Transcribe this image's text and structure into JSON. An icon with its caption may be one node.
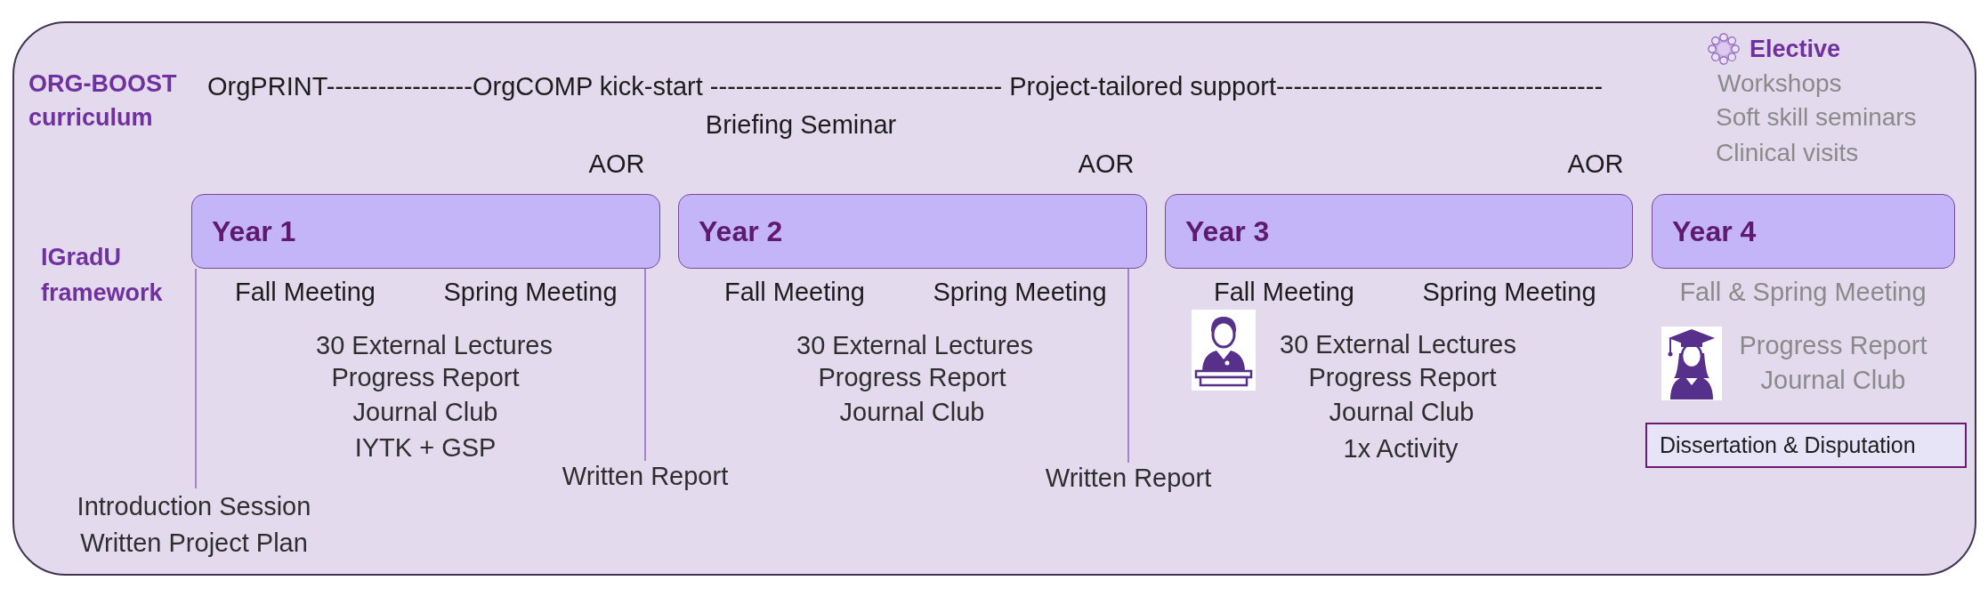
{
  "diagram": {
    "nodes": [
      {
        "text": [],
        "shape": "box"
      },
      {
        "text": [
          "Year 1"
        ],
        "in": 0
      },
      {
        "text": [
          "Year 2"
        ],
        "in": 0
      },
      {
        "text": [
          "Year 3"
        ],
        "in": 0
      },
      {
        "text": [
          "Year 4"
        ],
        "in": 0
      },
      {
        "text": [
          "Dissertation & Disputation"
        ],
        "in": 0
      },
      {
        "text": [
          "Written Report"
        ],
        "in": 0
      },
      {
        "text": [
          "Written Report"
        ],
        "in": 0
      },
      {
        "text": [
          "Introduction Session",
          "Written Project Plan"
        ],
        "in": 0
      }
    ],
    "edges": [
      {
        "from": 1,
        "to": 8,
        "arrow": "none"
      },
      {
        "from": 1,
        "to": 6,
        "arrow": "none"
      },
      {
        "from": 2,
        "to": 7,
        "arrow": "none"
      }
    ],
    "labels": [
      "ORG-BOOST curriculum",
      "OrgPRINT-----------------OrgCOMP kick-start ---------------------------------- Project-tailored support--------------------------------------",
      "Elective",
      "Workshops",
      "Soft skill seminars",
      "Clinical visits",
      "Briefing Seminar",
      "AOR",
      "AOR",
      "AOR",
      "IGradU framework",
      "Fall Meeting",
      "Spring Meeting",
      "Fall Meeting",
      "Spring Meeting",
      "Fall Meeting",
      "Spring Meeting",
      "Fall & Spring Meeting",
      "30 External Lectures",
      "Progress Report",
      "Journal Club",
      "IYTK + GSP",
      "30 External Lectures",
      "Progress Report",
      "Journal Club",
      "30 External Lectures",
      "Progress Report",
      "Journal Club",
      "1x Activity",
      "Progress Report",
      "Journal Club"
    ]
  }
}
